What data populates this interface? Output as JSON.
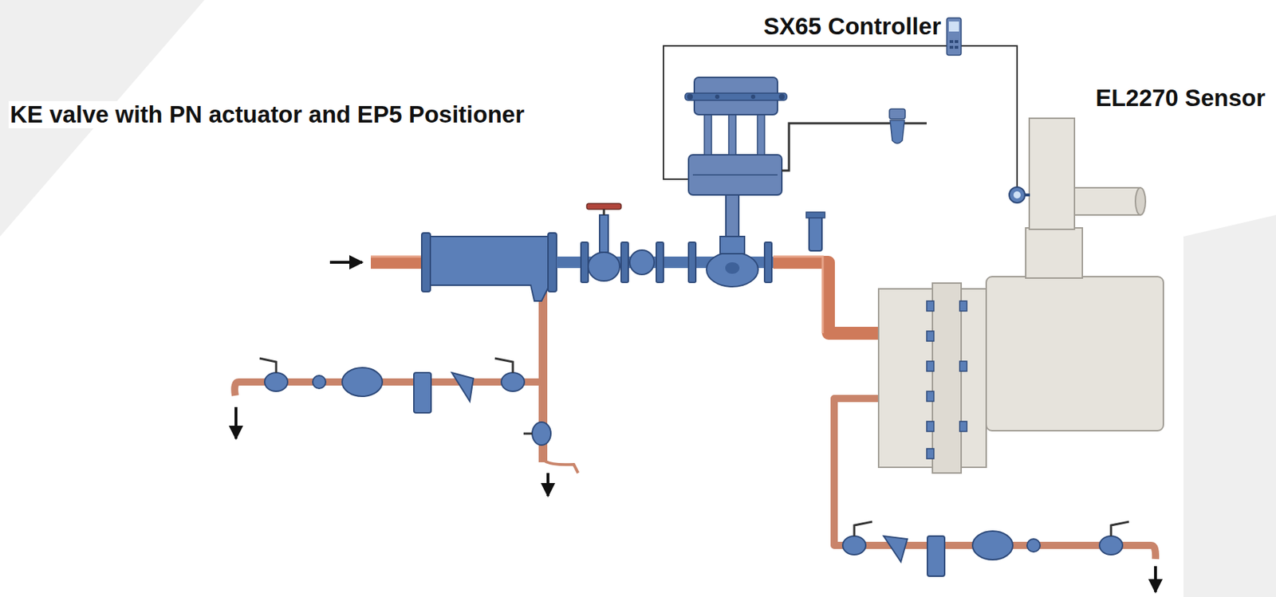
{
  "diagram": {
    "labels": [
      "KE valve with PN actuator and EP5 Positioner",
      "SX65 Controller",
      "EL2270 Sensor"
    ]
  }
}
